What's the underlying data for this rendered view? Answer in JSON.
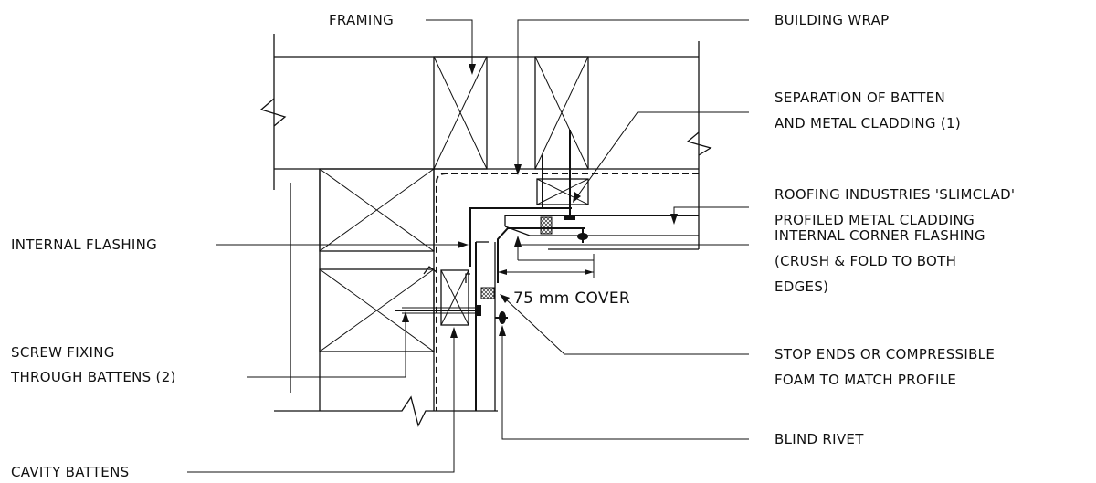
{
  "labels": {
    "framing": "FRAMING",
    "building_wrap": "BUILDING WRAP",
    "separation_line1": "SEPARATION OF BATTEN",
    "separation_line2": "AND METAL CLADDING (1)",
    "roofing_line1": "ROOFING INDUSTRIES 'SLIMCLAD'",
    "roofing_line2": "PROFILED METAL CLADDING",
    "internal_flashing": "INTERNAL FLASHING",
    "corner_line1": "INTERNAL CORNER FLASHING",
    "corner_line2": "(CRUSH & FOLD TO BOTH",
    "corner_line3": "EDGES)",
    "cover": "75 mm COVER",
    "screw_line1": "SCREW FIXING",
    "screw_line2": "THROUGH BATTENS (2)",
    "stop_line1": "STOP ENDS OR COMPRESSIBLE",
    "stop_line2": "FOAM TO MATCH PROFILE",
    "blind_rivet": "BLIND RIVET",
    "cavity_battens": "CAVITY BATTENS"
  }
}
